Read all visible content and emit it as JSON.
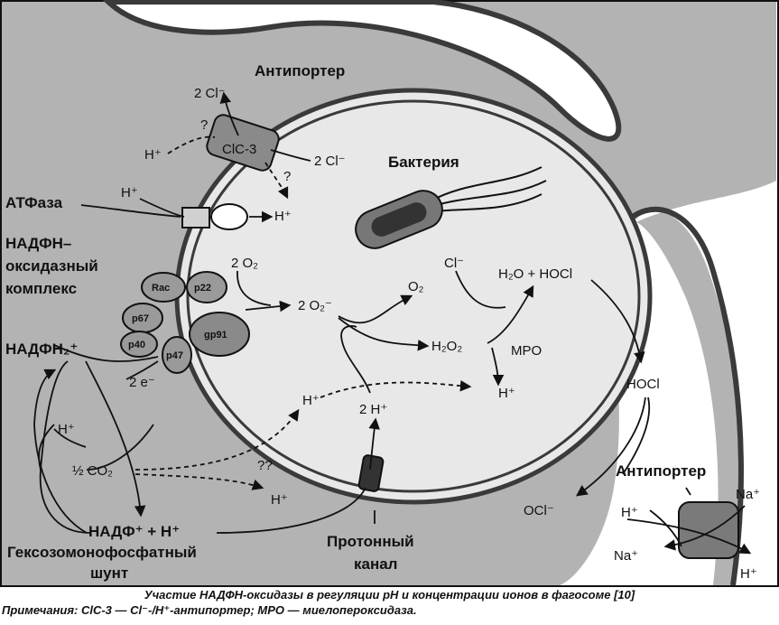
{
  "labels": {
    "antiporter_top": "Антипортер",
    "cl2_top": "2 Cl⁻",
    "q1": "?",
    "hplus_left": "H⁺",
    "clc3": "ClC-3",
    "cl2_right": "2 Cl⁻",
    "q2": "?",
    "bacteria": "Бактерия",
    "atpase": "АТФаза",
    "h_atp_in": "H⁺",
    "h_atp_out": "H⁺",
    "nadph_ox_1": "НАДФН–",
    "nadph_ox_2": "оксидазный",
    "nadph_ox_3": "комплекс",
    "rac": "Rac",
    "p22": "p22",
    "p67": "p67",
    "p40": "p40",
    "p47": "p47",
    "gp91": "gp91",
    "o2x2": "2 O₂",
    "superoxide": "2 O₂⁻",
    "o2": "O₂",
    "cl_mid": "Cl⁻",
    "h2o_hocl": "H₂O + HOCl",
    "h2o2": "H₂O₂",
    "mpo": "MPO",
    "h_mpo": "H⁺",
    "hocl": "HOCl",
    "nadph2": "НАДФН₂⁺",
    "two_e": "2 e⁻",
    "h_channel_in": "H⁺",
    "two_h": "2 H⁺",
    "h_cyto": "H⁺",
    "co2": "½ CO₂",
    "qq": "??",
    "h_cyto2": "H⁺",
    "nadp": "НАДФ⁺ + H⁺",
    "hexose_1": "Гексозомонофосфатный",
    "hexose_2": "шунт",
    "proton_ch_1": "Протонный",
    "proton_ch_2": "канал",
    "antiporter_br": "Антипортер",
    "ocl": "OCl⁻",
    "h_ocl": "H⁺",
    "na_in": "Na⁺",
    "na_out": "Na⁺",
    "h_out": "H⁺"
  },
  "caption": "Участие НАДФН-оксидазы в регуляции рН и концентрации ионов в фагосоме [10]",
  "note": "Примечания: ClC-3 — Cl⁻-/H⁺-антипортер; MPO — миелопероксидаза.",
  "colors": {
    "cytoplasm": "#b3b3b3",
    "lumen": "#e8e8e8",
    "membrane": "#3a3a3a",
    "protein": "#8a8a8a",
    "line": "#111111"
  }
}
